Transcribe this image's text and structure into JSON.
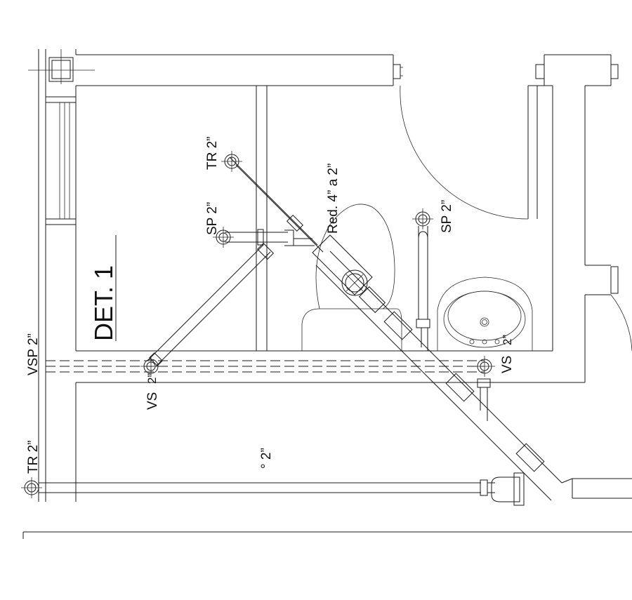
{
  "detail": {
    "title": "DET. 1"
  },
  "labels": {
    "tr_top": "TR 2”",
    "sp_left": "SP 2”",
    "reduction": "Red. 4” a 2”",
    "sp_right": "SP 2”",
    "vsp": "VSP 2”",
    "vs_left": "VS",
    "vs_left_size": "2”",
    "vs_right": "VS",
    "vs_right_size": "2”",
    "tr_left": "TR 2”",
    "floor_drain": "° 2”"
  },
  "colors": {
    "line": "#1a1a1a",
    "background": "#ffffff"
  }
}
